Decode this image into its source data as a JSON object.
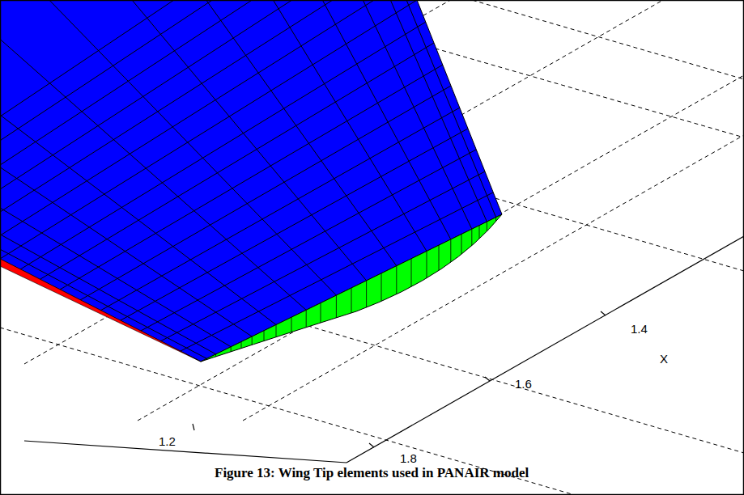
{
  "diagram": {
    "caption": "Figure 13: Wing Tip elements used in PANAIR model",
    "labels": [
      "1.4",
      "X",
      "1.6",
      "1.2",
      "1.8"
    ]
  }
}
